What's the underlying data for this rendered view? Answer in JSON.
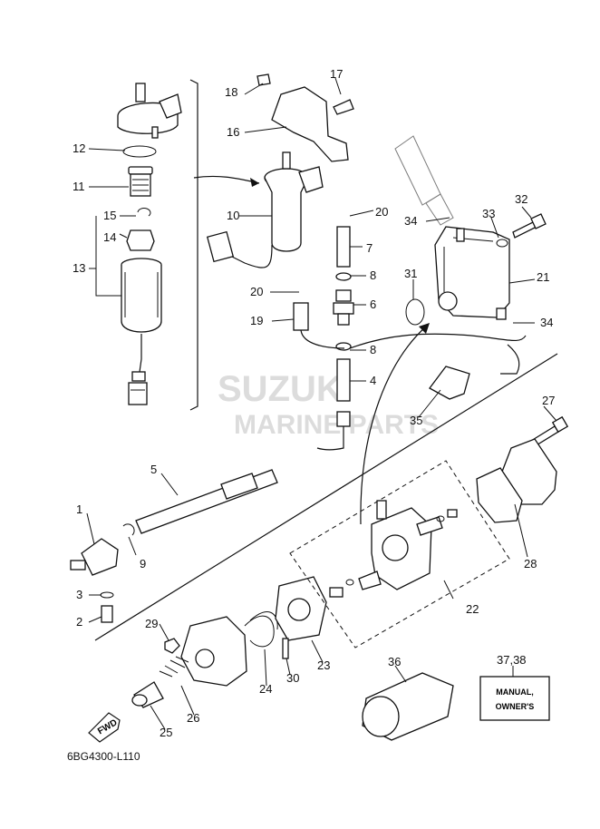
{
  "diagram_code": "6BG4300-L110",
  "watermark": {
    "brand": "SUZUKI",
    "subtitle": "MARINE PARTS"
  },
  "fwd_label": "FWD",
  "manual_card": {
    "line1": "MANUAL,",
    "line2": "OWNER'S"
  },
  "callouts": {
    "c1": "1",
    "c2": "2",
    "c3": "3",
    "c4": "4",
    "c5": "5",
    "c6": "6",
    "c7": "7",
    "c8a": "8",
    "c8b": "8",
    "c9": "9",
    "c10": "10",
    "c11": "11",
    "c12": "12",
    "c13": "13",
    "c14": "14",
    "c15": "15",
    "c16": "16",
    "c17": "17",
    "c18": "18",
    "c19": "19",
    "c20a": "20",
    "c20b": "20",
    "c21": "21",
    "c22": "22",
    "c23": "23",
    "c24": "24",
    "c25": "25",
    "c26": "26",
    "c27": "27",
    "c28": "28",
    "c29": "29",
    "c30": "30",
    "c31": "31",
    "c32": "32",
    "c33": "33",
    "c34a": "34",
    "c34b": "34",
    "c35": "35",
    "c36": "36",
    "c3738": "37,38"
  }
}
